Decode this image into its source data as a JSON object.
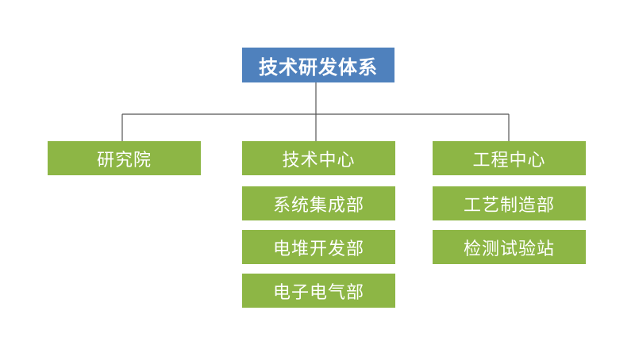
{
  "root": {
    "label": "技术研发体系"
  },
  "columns": [
    {
      "head": "研究院",
      "items": []
    },
    {
      "head": "技术中心",
      "items": [
        "系统集成部",
        "电堆开发部",
        "电子电气部"
      ]
    },
    {
      "head": "工程中心",
      "items": [
        "工艺制造部",
        "检测试验站"
      ]
    }
  ],
  "colors": {
    "root": "#4f81bd",
    "node": "#8db645",
    "line": "#555555"
  }
}
